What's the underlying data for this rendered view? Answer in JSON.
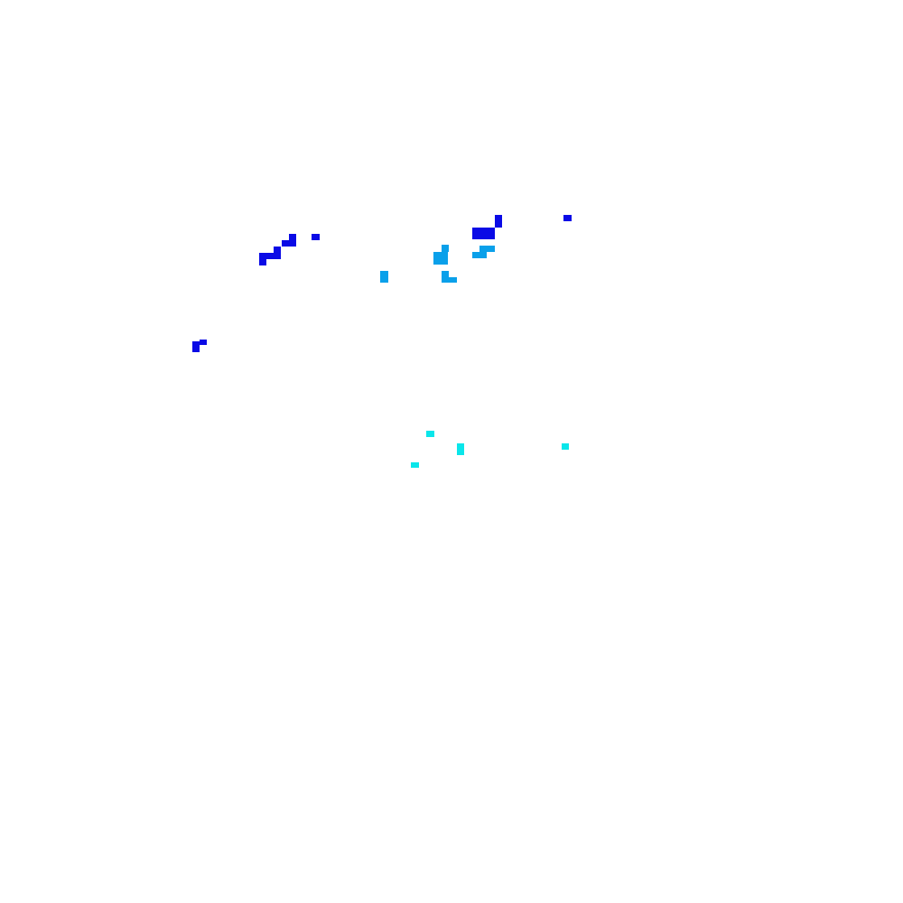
{
  "background_color": "#ffffff",
  "clusters": [
    {
      "name": "dark-blue",
      "color": "#0a0ae6"
    },
    {
      "name": "medium-blue",
      "color": "#0aa0ea"
    },
    {
      "name": "cyan",
      "color": "#0ae6ea"
    }
  ]
}
